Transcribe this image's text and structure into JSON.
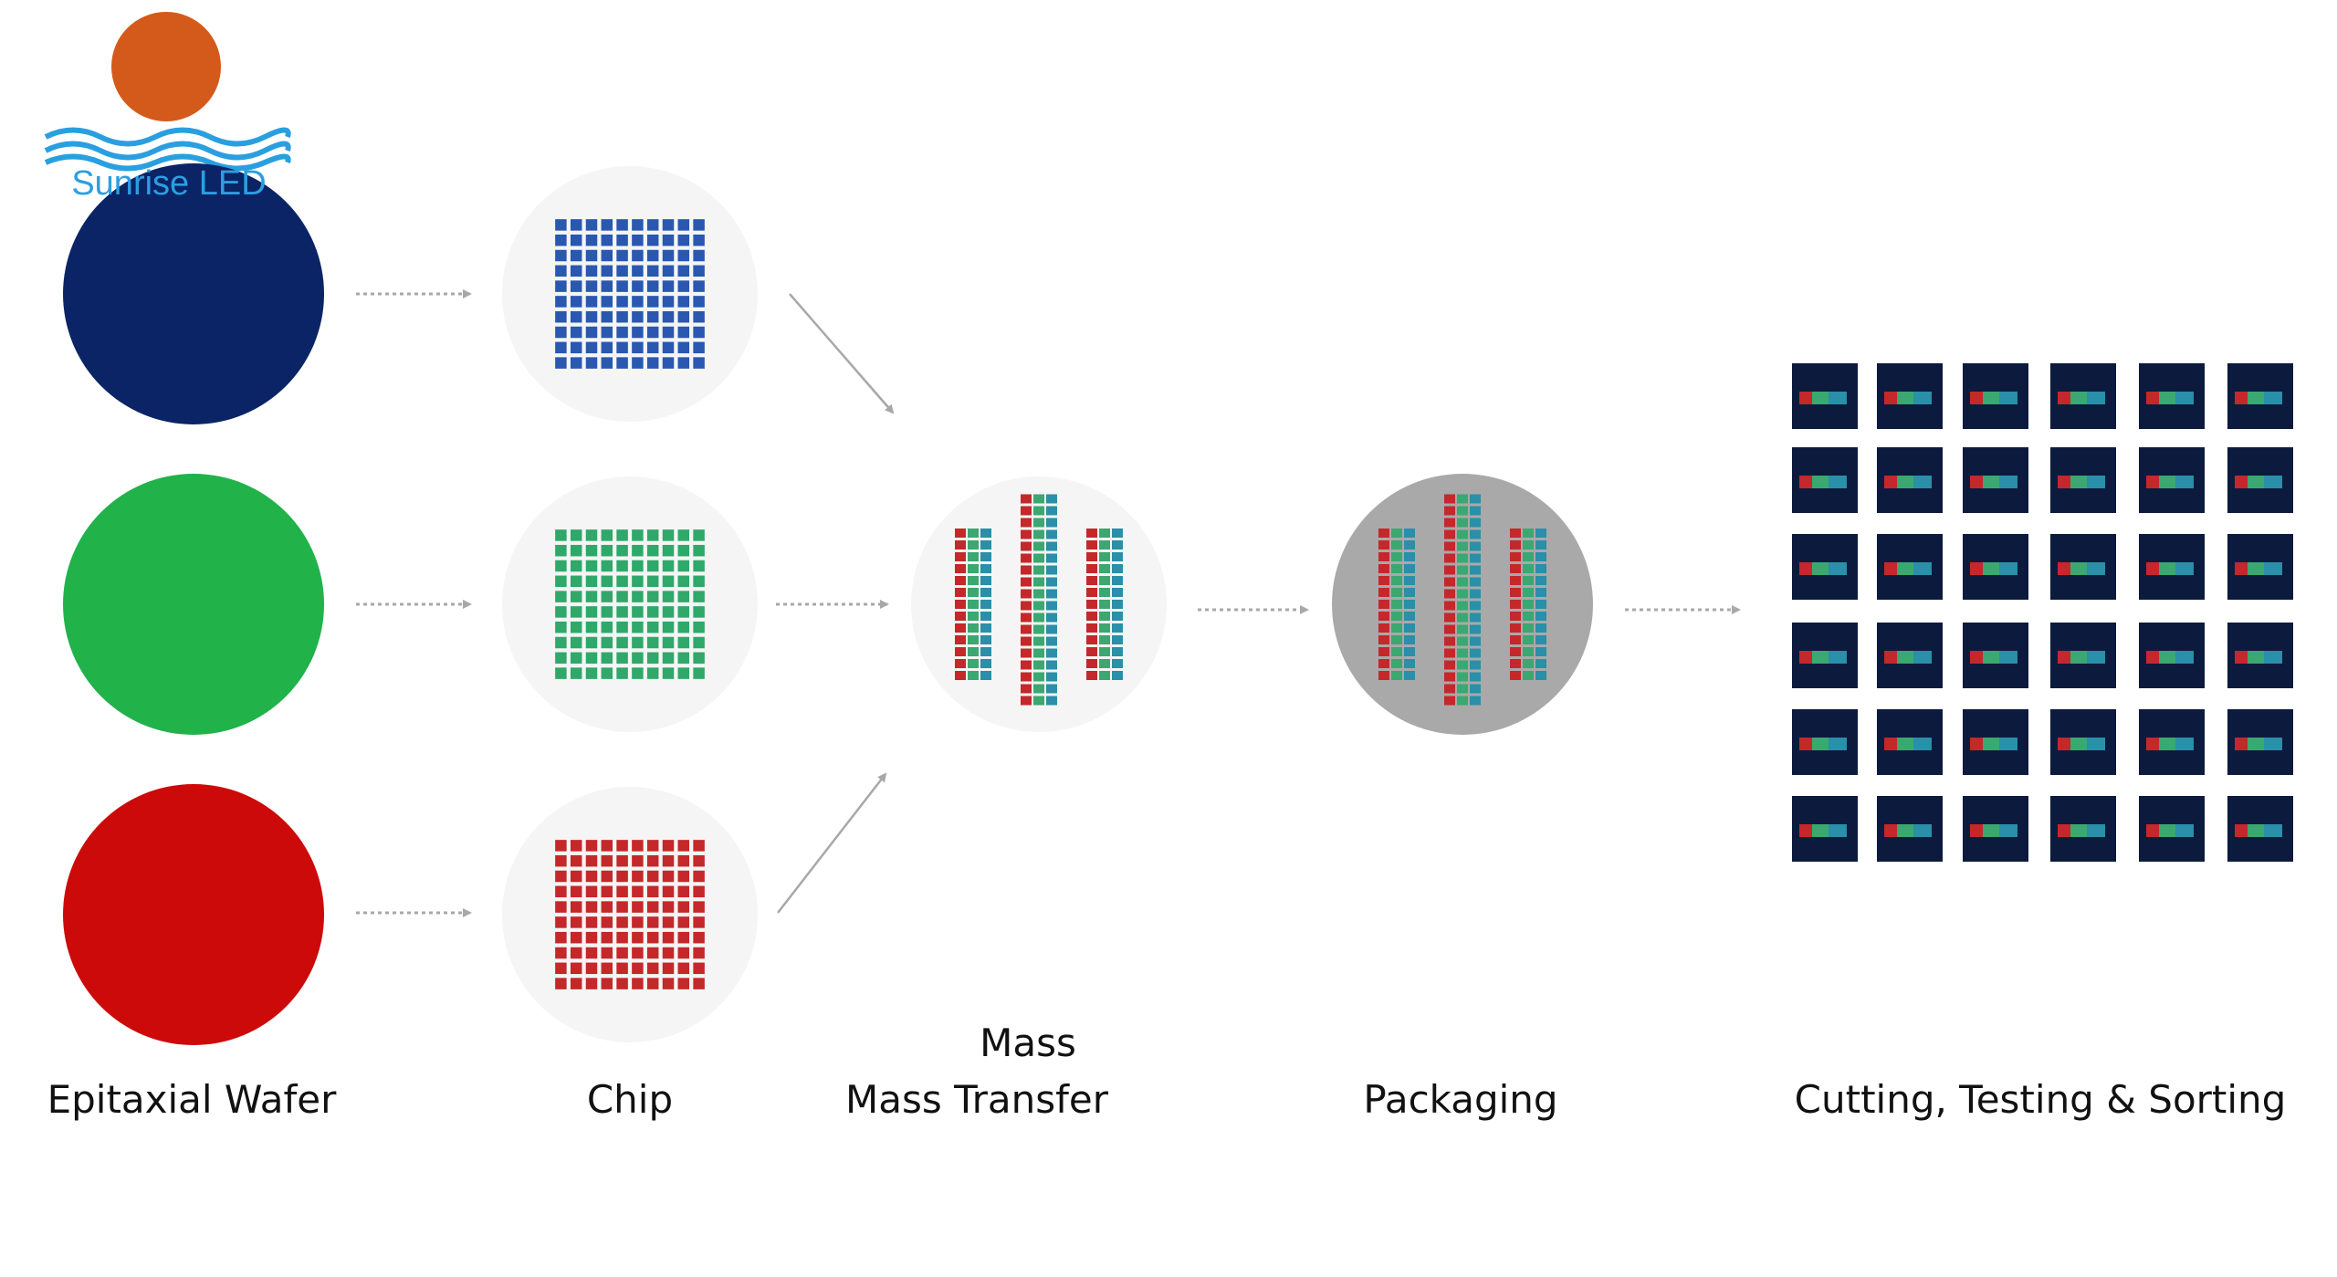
{
  "logo": {
    "text": "Sunrise LED",
    "sun_color": "#d45a1c",
    "wave_color": "#2a9fe0"
  },
  "labels": {
    "wafer": "Epitaxial Wafer",
    "chip": "Chip",
    "mass_top": "Mass",
    "mass_transfer": "Mass Transfer",
    "packaging": "Packaging",
    "cutting": "Cutting, Testing & Sorting"
  },
  "colors": {
    "blue": "#0b2466",
    "green": "#21b24a",
    "red": "#cc0a0a",
    "chip_blue": "#2a57b0",
    "chip_green": "#2fa86a",
    "chip_red": "#c4282a",
    "col_teal": "#2a8fa8",
    "col_green": "#3aa870",
    "packaging_bg": "#a9a9a9",
    "cell_bg": "#0c1a3e",
    "arrow": "#a8a8a8"
  }
}
